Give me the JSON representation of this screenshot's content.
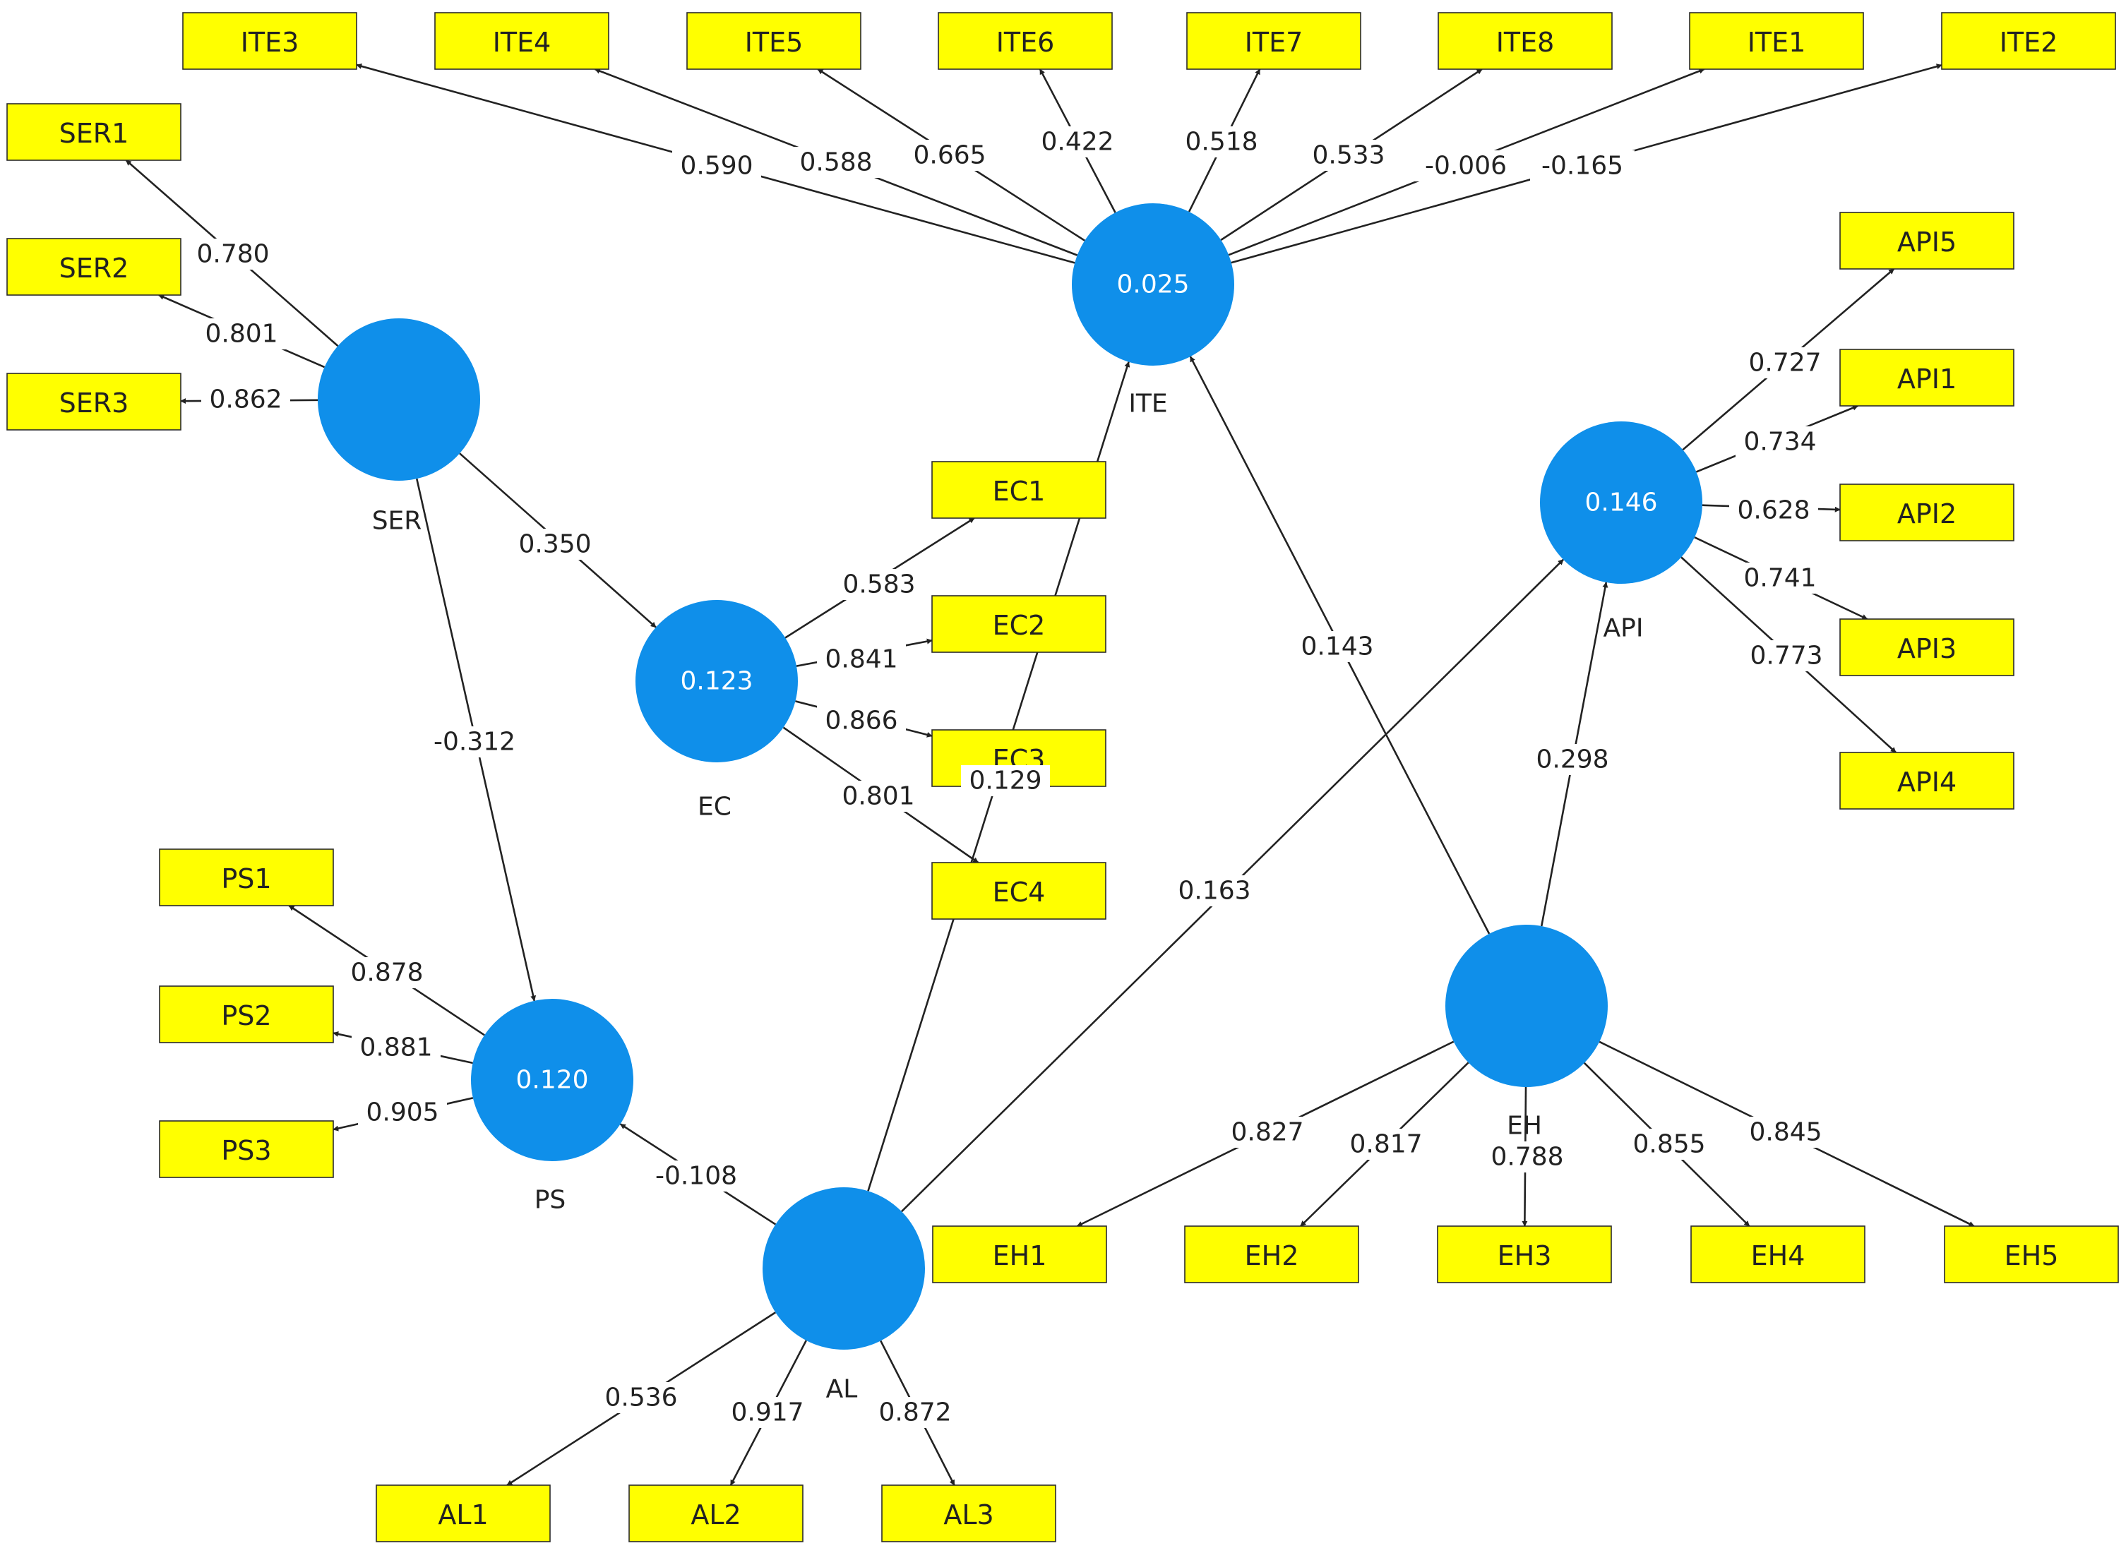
{
  "colors": {
    "latent": "#0f8fea",
    "indicator": "#ffff00",
    "line": "#222222"
  },
  "latents": [
    {
      "id": "ITE",
      "name": "ITE",
      "r2": "0.025"
    },
    {
      "id": "SER",
      "name": "SER",
      "r2": ""
    },
    {
      "id": "EC",
      "name": "EC",
      "r2": "0.123"
    },
    {
      "id": "API",
      "name": "API",
      "r2": "0.146"
    },
    {
      "id": "PS",
      "name": "PS",
      "r2": "0.120"
    },
    {
      "id": "EH",
      "name": "EH",
      "r2": ""
    },
    {
      "id": "AL",
      "name": "AL",
      "r2": ""
    }
  ],
  "indicators": [
    {
      "id": "ITE3",
      "label": "ITE3"
    },
    {
      "id": "ITE4",
      "label": "ITE4"
    },
    {
      "id": "ITE5",
      "label": "ITE5"
    },
    {
      "id": "ITE6",
      "label": "ITE6"
    },
    {
      "id": "ITE7",
      "label": "ITE7"
    },
    {
      "id": "ITE8",
      "label": "ITE8"
    },
    {
      "id": "ITE1",
      "label": "ITE1"
    },
    {
      "id": "ITE2",
      "label": "ITE2"
    },
    {
      "id": "SER1",
      "label": "SER1"
    },
    {
      "id": "SER2",
      "label": "SER2"
    },
    {
      "id": "SER3",
      "label": "SER3"
    },
    {
      "id": "EC1",
      "label": "EC1"
    },
    {
      "id": "EC2",
      "label": "EC2"
    },
    {
      "id": "EC3",
      "label": "EC3"
    },
    {
      "id": "EC4",
      "label": "EC4"
    },
    {
      "id": "API5",
      "label": "API5"
    },
    {
      "id": "API1",
      "label": "API1"
    },
    {
      "id": "API2",
      "label": "API2"
    },
    {
      "id": "API3",
      "label": "API3"
    },
    {
      "id": "API4",
      "label": "API4"
    },
    {
      "id": "PS1",
      "label": "PS1"
    },
    {
      "id": "PS2",
      "label": "PS2"
    },
    {
      "id": "PS3",
      "label": "PS3"
    },
    {
      "id": "EH1",
      "label": "EH1"
    },
    {
      "id": "EH2",
      "label": "EH2"
    },
    {
      "id": "EH3",
      "label": "EH3"
    },
    {
      "id": "EH4",
      "label": "EH4"
    },
    {
      "id": "EH5",
      "label": "EH5"
    },
    {
      "id": "AL1",
      "label": "AL1"
    },
    {
      "id": "AL2",
      "label": "AL2"
    },
    {
      "id": "AL3",
      "label": "AL3"
    }
  ],
  "loadings": [
    {
      "from": "ITE",
      "to": "ITE3",
      "value": "0.590"
    },
    {
      "from": "ITE",
      "to": "ITE4",
      "value": "0.588"
    },
    {
      "from": "ITE",
      "to": "ITE5",
      "value": "0.665"
    },
    {
      "from": "ITE",
      "to": "ITE6",
      "value": "0.422"
    },
    {
      "from": "ITE",
      "to": "ITE7",
      "value": "0.518"
    },
    {
      "from": "ITE",
      "to": "ITE8",
      "value": "0.533"
    },
    {
      "from": "ITE",
      "to": "ITE1",
      "value": "-0.006"
    },
    {
      "from": "ITE",
      "to": "ITE2",
      "value": "-0.165"
    },
    {
      "from": "SER",
      "to": "SER1",
      "value": "0.780"
    },
    {
      "from": "SER",
      "to": "SER2",
      "value": "0.801"
    },
    {
      "from": "SER",
      "to": "SER3",
      "value": "0.862"
    },
    {
      "from": "EC",
      "to": "EC1",
      "value": "0.583"
    },
    {
      "from": "EC",
      "to": "EC2",
      "value": "0.841"
    },
    {
      "from": "EC",
      "to": "EC3",
      "value": "0.866"
    },
    {
      "from": "EC",
      "to": "EC4",
      "value": "0.801"
    },
    {
      "from": "API",
      "to": "API5",
      "value": "0.727"
    },
    {
      "from": "API",
      "to": "API1",
      "value": "0.734"
    },
    {
      "from": "API",
      "to": "API2",
      "value": "0.628"
    },
    {
      "from": "API",
      "to": "API3",
      "value": "0.741"
    },
    {
      "from": "API",
      "to": "API4",
      "value": "0.773"
    },
    {
      "from": "PS",
      "to": "PS1",
      "value": "0.878"
    },
    {
      "from": "PS",
      "to": "PS2",
      "value": "0.881"
    },
    {
      "from": "PS",
      "to": "PS3",
      "value": "0.905"
    },
    {
      "from": "EH",
      "to": "EH1",
      "value": "0.827"
    },
    {
      "from": "EH",
      "to": "EH2",
      "value": "0.817"
    },
    {
      "from": "EH",
      "to": "EH3",
      "value": "0.788"
    },
    {
      "from": "EH",
      "to": "EH4",
      "value": "0.855"
    },
    {
      "from": "EH",
      "to": "EH5",
      "value": "0.845"
    },
    {
      "from": "AL",
      "to": "AL1",
      "value": "0.536"
    },
    {
      "from": "AL",
      "to": "AL2",
      "value": "0.917"
    },
    {
      "from": "AL",
      "to": "AL3",
      "value": "0.872"
    }
  ],
  "paths": [
    {
      "from": "SER",
      "to": "EC",
      "value": "0.350"
    },
    {
      "from": "SER",
      "to": "PS",
      "value": "-0.312"
    },
    {
      "from": "AL",
      "to": "ITE",
      "value": "0.129"
    },
    {
      "from": "AL",
      "to": "API",
      "value": "0.163"
    },
    {
      "from": "AL",
      "to": "PS",
      "value": "-0.108"
    },
    {
      "from": "EH",
      "to": "ITE",
      "value": "0.143"
    },
    {
      "from": "EH",
      "to": "API",
      "value": "0.298"
    }
  ]
}
